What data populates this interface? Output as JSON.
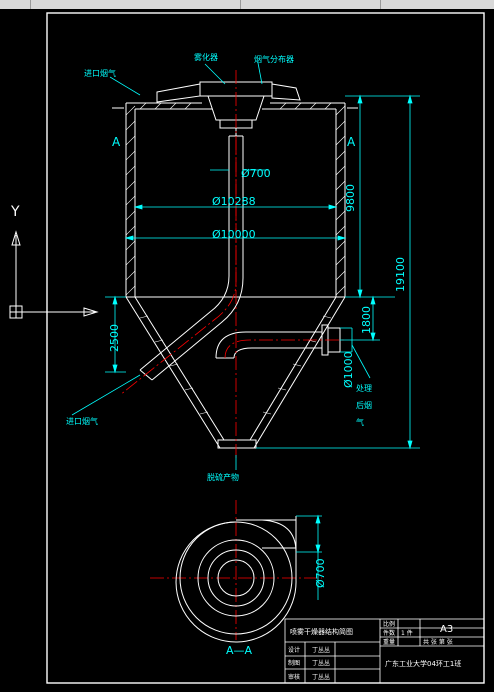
{
  "labels": {
    "atomizer": "雾化器",
    "gas_distributor": "烟气分布器",
    "inlet_flue_gas_top": "进口烟气",
    "inlet_flue_gas_bottom": "进口烟气",
    "section_mark_left": "A",
    "section_mark_right": "A",
    "byproduct": "脱硫产物",
    "treated_1": "处理",
    "treated_2": "后烟",
    "treated_3": "气",
    "axis_y": "Y"
  },
  "dimensions": {
    "d700": "Ø700",
    "d10288": "Ø10288",
    "d10000": "Ø10000",
    "h9800": "9800",
    "h19100": "19100",
    "h1800": "1800",
    "h2500": "2500",
    "d1000": "Ø1000",
    "d700_plan": "Ø700"
  },
  "section_view": {
    "label": "A—A"
  },
  "title_block": {
    "title": "喷雾干燥器结构简图",
    "row_labels": [
      "设计",
      "制图",
      "审核"
    ],
    "row_names": [
      "丁丛丛",
      "丁丛丛",
      "丁丛丛"
    ],
    "scale_label": "比例",
    "sheets_label": "件数",
    "sheets_value": "1 件",
    "weight_label": "重量",
    "weight_values": "共 张 第 张",
    "paper_size": "A3",
    "school": "广东工业大学04环工1班"
  },
  "colors": {
    "outline": "#ffffff",
    "dimension": "#00ffff",
    "centerline": "#ff0000",
    "label": "#00ffff",
    "background": "#000000"
  }
}
